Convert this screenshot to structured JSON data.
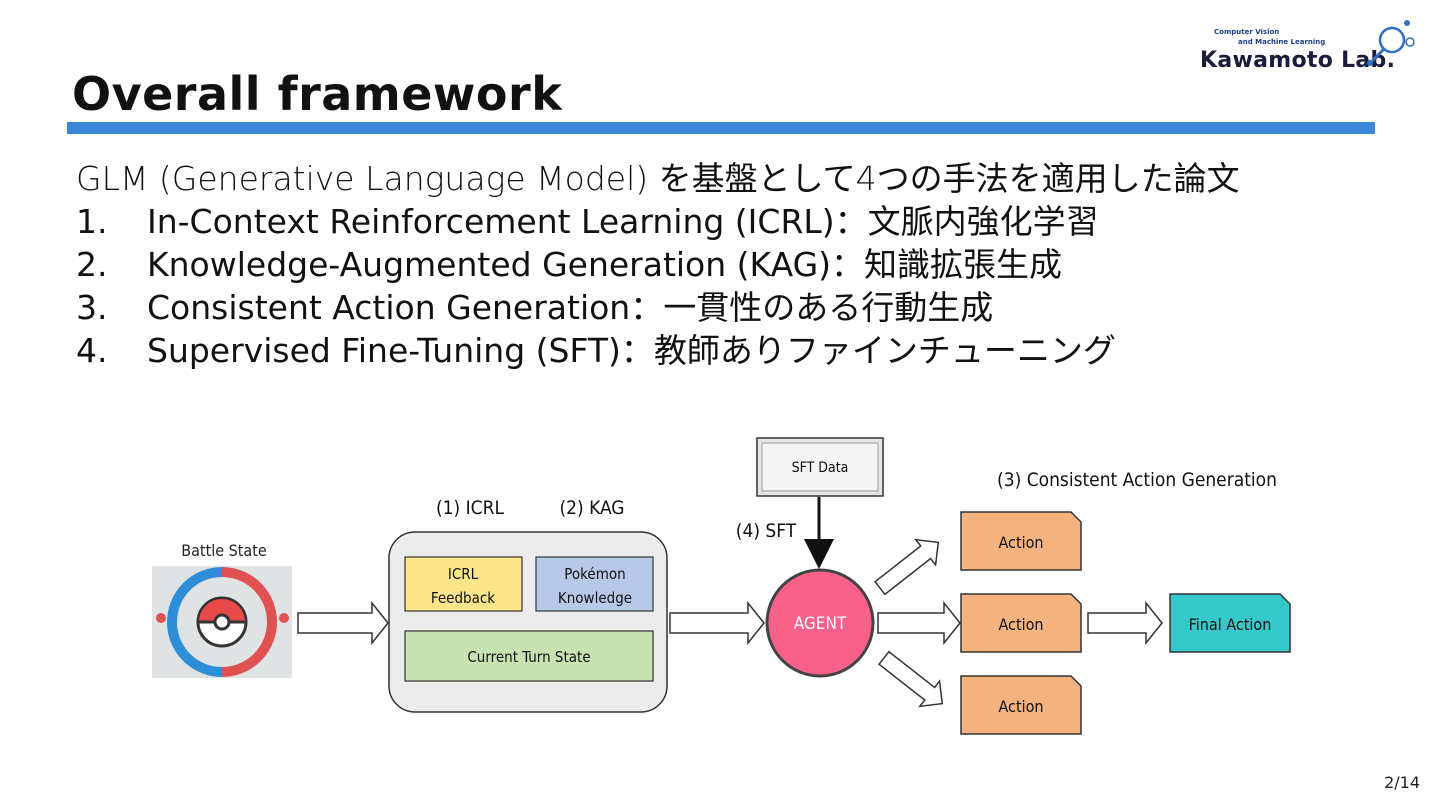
{
  "slide": {
    "title": "Overall framework",
    "page_number": "2/14",
    "accent_color": "#3a86d8"
  },
  "logo": {
    "line1": "Computer Vision",
    "line2": "and Machine Learning",
    "name": "Kawamoto Lab."
  },
  "body": {
    "intro": "GLM (Generative Language Model) を基盤として4つの手法を適用した論文",
    "items": [
      {
        "num": "1.",
        "text": "In-Context Reinforcement Learning (ICRL)：文脈内強化学習"
      },
      {
        "num": "2.",
        "text": "Knowledge-Augmented Generation (KAG)：知識拡張生成"
      },
      {
        "num": "3.",
        "text": "Consistent Action Generation：一貫性のある行動生成"
      },
      {
        "num": "4.",
        "text": "Supervised Fine-Tuning (SFT)：教師ありファインチューニング"
      }
    ]
  },
  "diagram": {
    "battle_state_label": "Battle State",
    "icrl_header": "(1) ICRL",
    "kag_header": "(2) KAG",
    "icrl_feedback_line1": "ICRL",
    "icrl_feedback_line2": "Feedback",
    "pokemon_line1": "Pokémon",
    "pokemon_line2": "Knowledge",
    "current_turn_state": "Current Turn State",
    "sft_data": "SFT Data",
    "sft_label": "(4) SFT",
    "agent": "AGENT",
    "consistent_header": "(3) Consistent Action Generation",
    "action_1": "Action",
    "action_2": "Action",
    "action_3": "Action",
    "final_action": "Final Action",
    "colors": {
      "icrl_box": "#fde58a",
      "pokemon_box": "#b7c8e8",
      "turn_state_box": "#c7e3b2",
      "agent": "#f8628a",
      "action": "#f4b27e",
      "final_action": "#36c9cc",
      "module_bg": "#ececec"
    }
  }
}
